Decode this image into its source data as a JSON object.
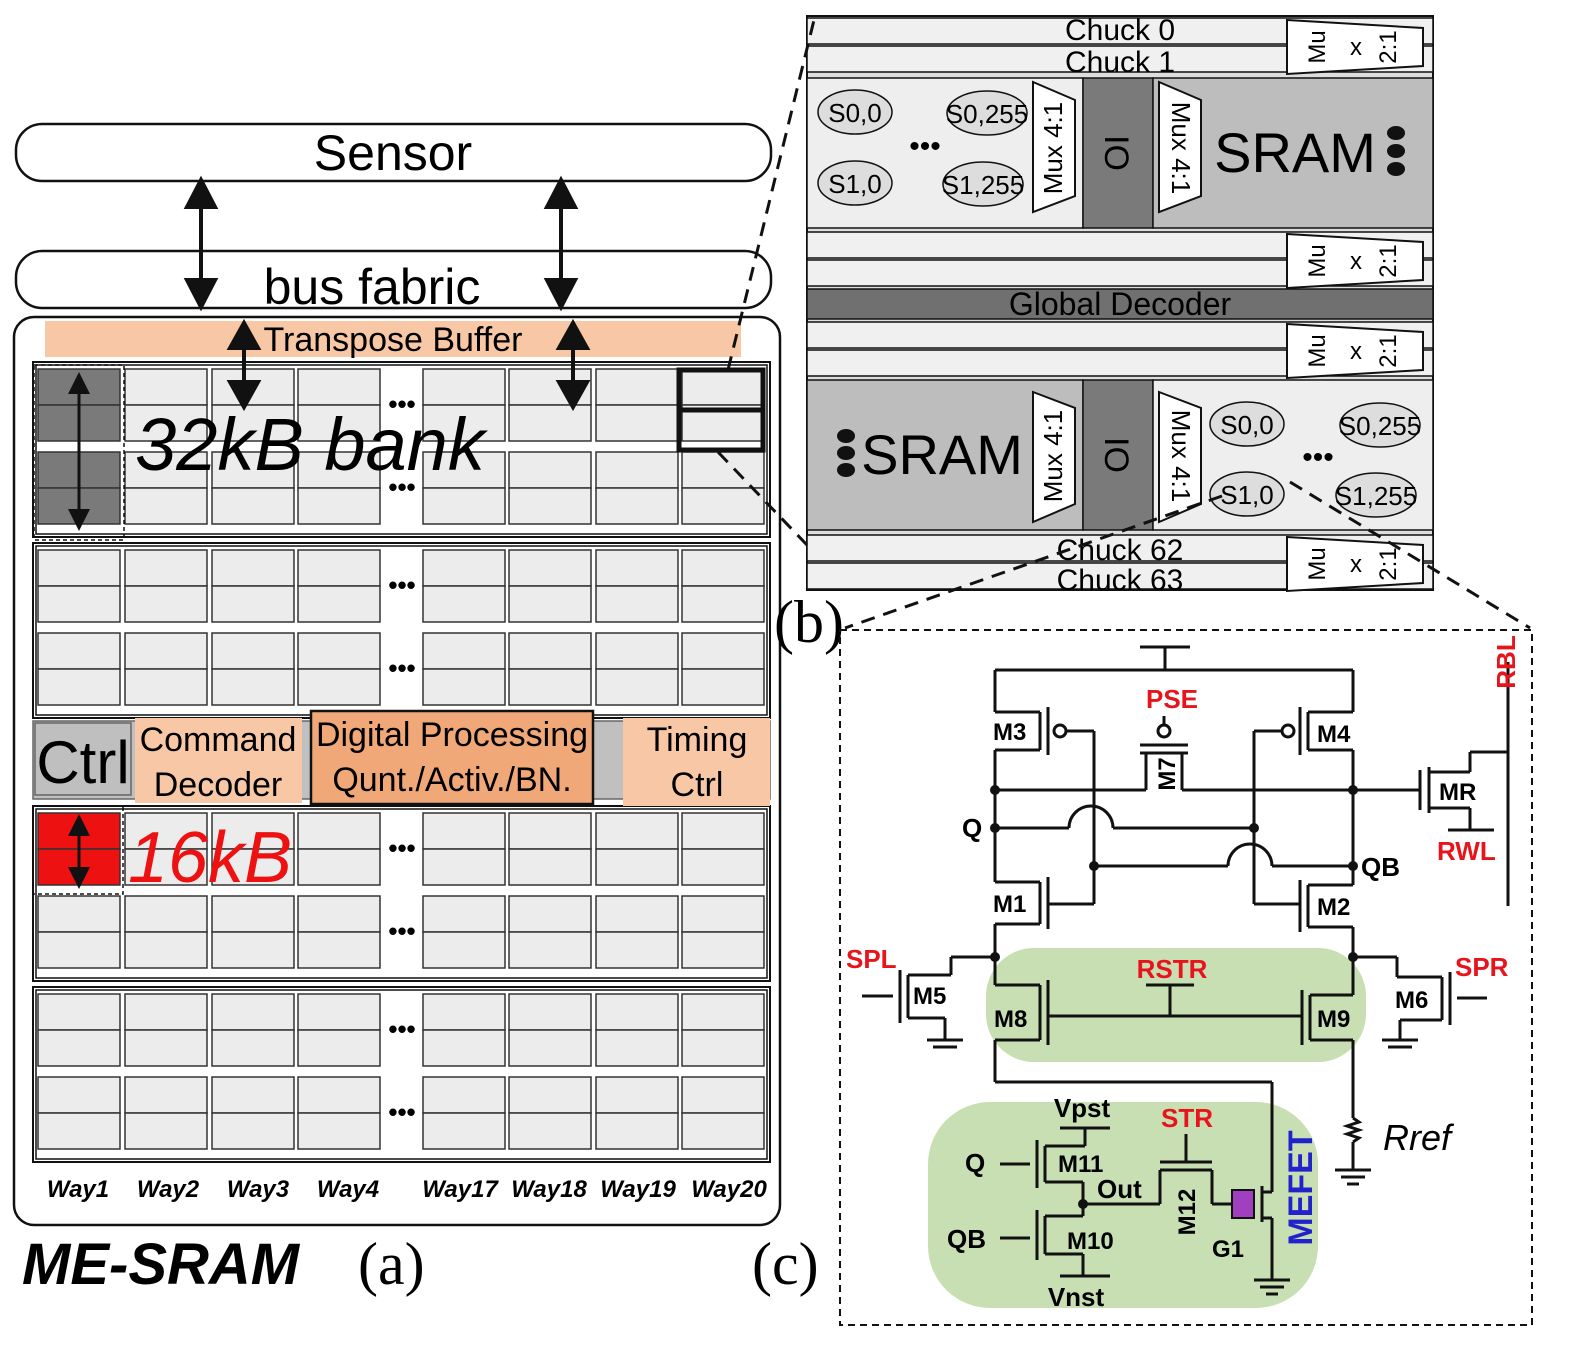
{
  "panel_a": {
    "sensor": "Sensor",
    "bus_fabric": "bus fabric",
    "transpose_buffer": "Transpose Buffer",
    "bank_label": "32kB bank",
    "dots": "•••",
    "ctrl": "Ctrl",
    "command_decoder_line1": "Command",
    "command_decoder_line2": "Decoder",
    "dp_line1": "Digital Processing",
    "dp_line2": "Qunt./Activ./BN.",
    "timing_line1": "Timing",
    "timing_line2": "Ctrl",
    "sub_label": "16kB",
    "ways": [
      "Way1",
      "Way2",
      "Way3",
      "Way4",
      "Way17",
      "Way18",
      "Way19",
      "Way20"
    ],
    "title": "ME-SRAM",
    "tag": "(a)",
    "colors": {
      "dark_cell": "#7a7a7a",
      "red_cell": "#ee1111",
      "orange": "#f8c8a6",
      "dp_orange": "#f0a878",
      "ctrl_gray": "#bfbfbf"
    }
  },
  "panel_b": {
    "tag": "(b)",
    "chuck0": "Chuck 0",
    "chuck1": "Chuck 1",
    "chuck62": "Chuck 62",
    "chuck63": "Chuck 63",
    "global_decoder": "Global Decoder",
    "sram": "SRAM",
    "io": "IO",
    "mux41": "Mux 4:1",
    "mux21_mu": "Mu",
    "mux21_x": "x",
    "mux21_ratio": "2:1",
    "dots3": "•••",
    "cells": [
      "S0,0",
      "S0,255",
      "S1,0",
      "S1,255"
    ]
  },
  "panel_c": {
    "tag": "(c)",
    "transistors": {
      "m1": "M1",
      "m2": "M2",
      "m3": "M3",
      "m4": "M4",
      "m5": "M5",
      "m6": "M6",
      "m7": "M7",
      "m8": "M8",
      "m9": "M9",
      "m10": "M10",
      "m11": "M11",
      "m12": "M12",
      "mr": "MR",
      "g1": "G1"
    },
    "signals_red": {
      "pse": "PSE",
      "rbl": "RBL",
      "rwl": "RWL",
      "spl": "SPL",
      "spr": "SPR",
      "rstr": "RSTR",
      "str": "STR"
    },
    "nodes": {
      "q": "Q",
      "qb": "QB",
      "vpst": "Vpst",
      "vnst": "Vnst",
      "out": "Out",
      "q_in": "Q",
      "qb_in": "QB",
      "rref": "Rref"
    },
    "mefet": "MEFET",
    "colors": {
      "red": "#e8141c",
      "blue": "#2222cc",
      "green": "#c8dfb4",
      "mefet": "#a040c0"
    }
  }
}
